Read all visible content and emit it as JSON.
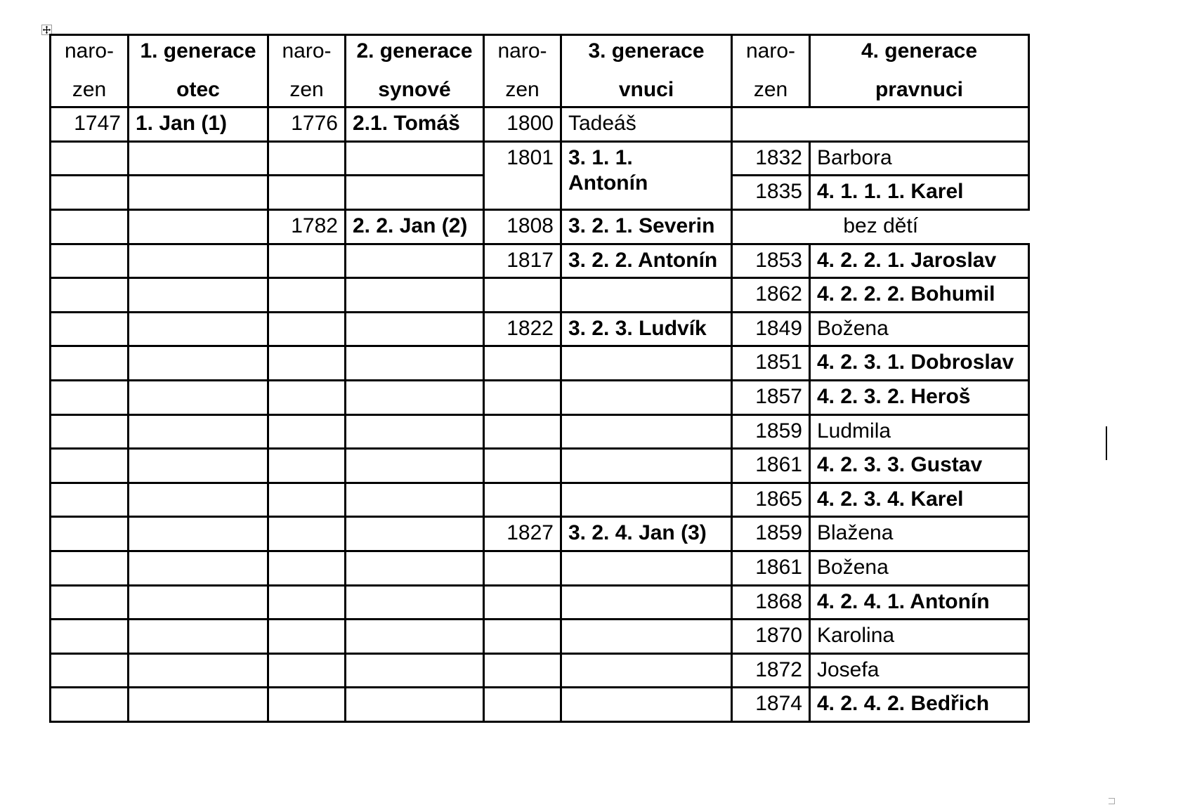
{
  "document": {
    "kind": "genealogy-table",
    "language": "cs"
  },
  "table": {
    "headers": {
      "born1_line1": "naro-",
      "born1_line2": "zen",
      "gen1_line1": "1. generace",
      "gen1_line2": "otec",
      "born2_line1": "naro-",
      "born2_line2": "zen",
      "gen2_line1": "2. generace",
      "gen2_line2": "synové",
      "born3_line1": "naro-",
      "born3_line2": "zen",
      "gen3_line1": "3. generace",
      "gen3_line2": "vnuci",
      "born4_line1": "naro-",
      "born4_line2": "zen",
      "gen4_line1": "4. generace",
      "gen4_line2": "pravnuci"
    },
    "rows": [
      {
        "born1": "1747",
        "gen1": "1. Jan (1)",
        "born2": "1776",
        "gen2": "2.1. Tomáš",
        "born3": "1800",
        "gen3": "Tadeáš",
        "born4": "",
        "gen4": ""
      },
      {
        "born3": "1801",
        "gen3_line1": "3. 1. 1.",
        "gen3_line2": "Antonín",
        "born4": "1832",
        "gen4": "Barbora"
      },
      {
        "born4": "1835",
        "gen4": "4. 1. 1. 1. Karel"
      },
      {
        "born2": "1782",
        "gen2": "2. 2. Jan (2)",
        "born3": "1808",
        "gen3": "3. 2. 1. Severin",
        "merged4": "bez dětí"
      },
      {
        "born3": "1817",
        "gen3": "3. 2. 2. Antonín",
        "born4": "1853",
        "gen4": "4. 2. 2. 1. Jaroslav"
      },
      {
        "born4": "1862",
        "gen4": "4. 2. 2. 2. Bohumil"
      },
      {
        "born3": "1822",
        "gen3": "3. 2. 3. Ludvík",
        "born4": "1849",
        "gen4": "Božena"
      },
      {
        "born4": "1851",
        "gen4": "4. 2. 3. 1. Dobroslav"
      },
      {
        "born4": "1857",
        "gen4": "4. 2. 3. 2. Heroš"
      },
      {
        "born4": "1859",
        "gen4": "Ludmila"
      },
      {
        "born4": "1861",
        "gen4": "4. 2. 3. 3. Gustav"
      },
      {
        "born4": "1865",
        "gen4": "4. 2. 3. 4. Karel"
      },
      {
        "born3": "1827",
        "gen3": "3. 2. 4. Jan (3)",
        "born4": "1859",
        "gen4": "Blažena"
      },
      {
        "born4": "1861",
        "gen4": "Božena"
      },
      {
        "born4": "1868",
        "gen4": "4. 2. 4. 1. Antonín"
      },
      {
        "born4": "1870",
        "gen4": "Karolina"
      },
      {
        "born4": "1872",
        "gen4": "Josefa"
      },
      {
        "born4": "1874",
        "gen4": "4. 2. 4. 2. Bedřich"
      }
    ]
  },
  "colors": {
    "border": "#000000",
    "text": "#000000",
    "background": "#ffffff",
    "handle_border": "#9a9a9a"
  }
}
